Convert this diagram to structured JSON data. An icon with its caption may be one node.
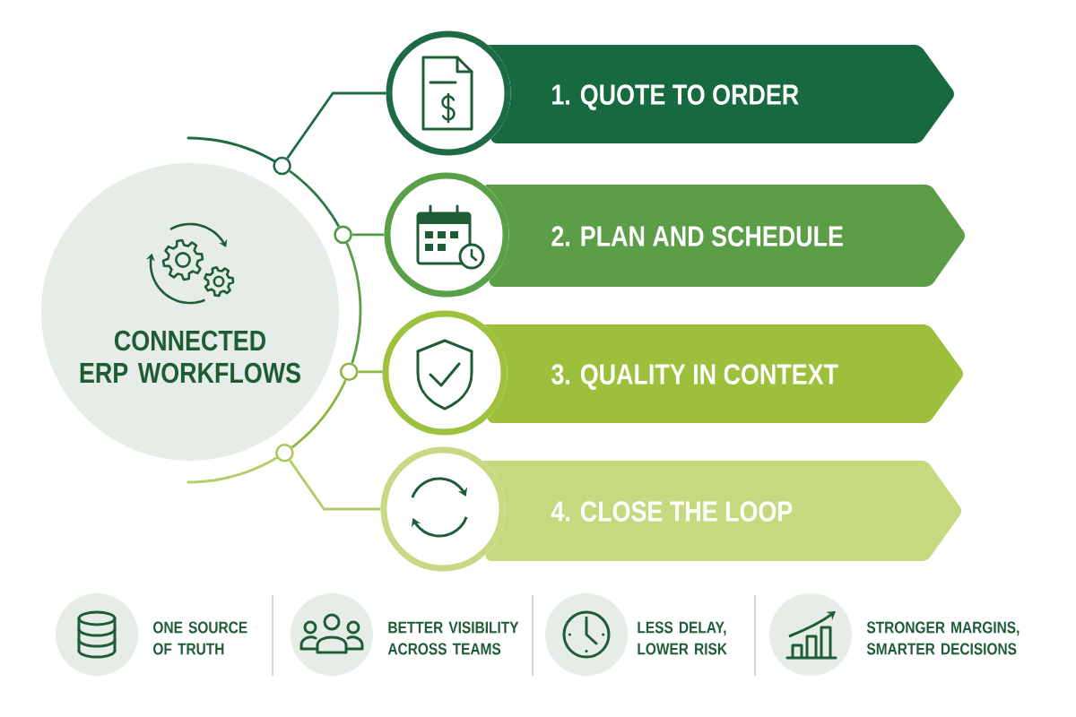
{
  "diagram": {
    "nodes": [
      {
        "text": [
          "CONNECTED ERP WORKFLOWS"
        ]
      },
      {
        "text": [],
        "shape": "circle"
      },
      {
        "text": [],
        "shape": "circle"
      },
      {
        "text": [],
        "shape": "circle"
      },
      {
        "text": [],
        "shape": "circle"
      },
      {
        "text": [
          "1. QUOTE TO ORDER"
        ]
      },
      {
        "text": [
          "2. PLAN AND SCHEDULE"
        ]
      },
      {
        "text": [
          "3. QUALITY IN CONTEXT"
        ]
      },
      {
        "text": [
          "4. CLOSE THE LOOP"
        ]
      },
      {
        "text": [],
        "shape": "circle",
        "beside": [
          "ONE SOURCE OF TRUTH"
        ]
      },
      {
        "text": [],
        "shape": "circle",
        "beside": [
          "BETTER VISIBILITY ACROSS TEAMS"
        ]
      },
      {
        "text": [],
        "shape": "circle",
        "beside": [
          "LESS DELAY, LOWER RISK"
        ]
      },
      {
        "text": [],
        "shape": "circle",
        "beside": [
          "STRONGER MARGINS, SMARTER DECISIONS"
        ]
      }
    ],
    "edges": [
      {
        "from": 1,
        "to": 5,
        "arrow": "none",
        "color": "#1e6b45"
      },
      {
        "from": 2,
        "to": 6,
        "arrow": "none",
        "color": "#4f9a48"
      },
      {
        "from": 3,
        "to": 7,
        "arrow": "none",
        "color": "#8cb63c"
      },
      {
        "from": 4,
        "to": 8,
        "arrow": "none",
        "color": "#b0cc66"
      },
      {
        "from": 1,
        "to": 2,
        "arrow": "none",
        "color": "#2e7a45"
      },
      {
        "from": 2,
        "to": 3,
        "arrow": "none",
        "color": "#5a9e48"
      },
      {
        "from": 3,
        "to": 4,
        "arrow": "none",
        "color": "#8cb63c"
      }
    ]
  }
}
